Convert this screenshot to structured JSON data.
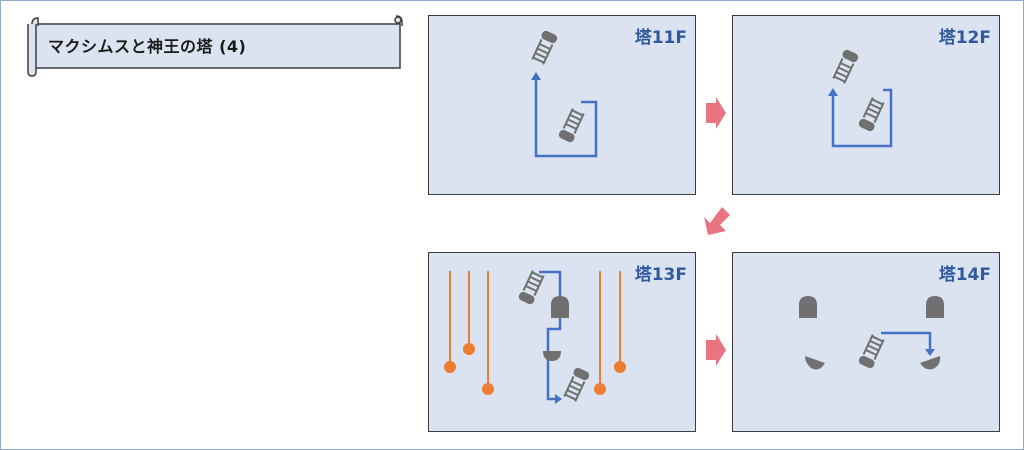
{
  "title": "マクシムスと神王の塔 (4)",
  "floors": [
    {
      "label": "塔11F"
    },
    {
      "label": "塔12F"
    },
    {
      "label": "塔13F"
    },
    {
      "label": "塔14F"
    }
  ],
  "colors": {
    "panel_bg": "#dbe3f1",
    "label": "#2f5a9e",
    "route": "#4472c4",
    "orange": "#ed7d31",
    "arrow": "#ea7380",
    "stair": "#707070"
  }
}
